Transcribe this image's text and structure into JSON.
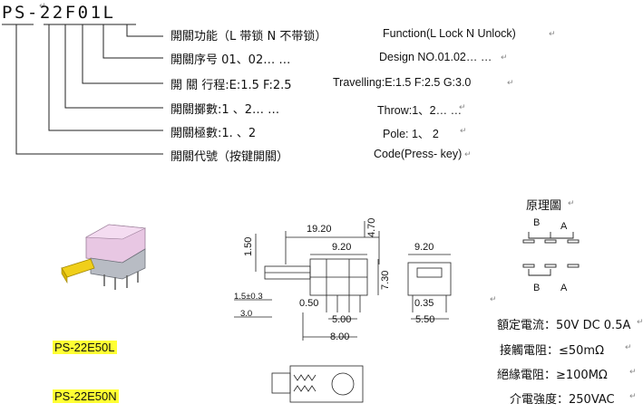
{
  "part_code": "PS-22F01L",
  "code_mark": "↵",
  "legend_rows": [
    {
      "cn": "開關功能（L 带锁 N 不带锁）",
      "en": "Function(L Lock   N   Unlock)",
      "mark": "↵"
    },
    {
      "cn": "開關序号 01、02… …",
      "en": "Design NO.01.02… …",
      "mark": "↵"
    },
    {
      "cn": "開 關 行程:E:1.5  F:2.5",
      "en": "Travelling:E:1.5    F:2.5    G:3.0",
      "mark": "↵"
    },
    {
      "cn": "開關擲數:1 、2… …",
      "en": "Throw:1、2… …",
      "mark": "↵"
    },
    {
      "cn": "開關極數:1. 、2",
      "en": "Pole:  1、 2",
      "mark": "↵"
    },
    {
      "cn": "開關代號（按键開關）",
      "en": "Code(Press- key)",
      "mark": "↵"
    }
  ],
  "dimensions": {
    "top_length": "19.20",
    "top_right": "4.70",
    "left_height": "1.50",
    "mid_width": "9.20",
    "body_height": "7.30",
    "left_note1": "1.5±0.3",
    "left_note2": "3.0",
    "pin_a": "0.50",
    "pin_b": "5.00",
    "pin_c": "8.00",
    "side_width": "9.20",
    "side_pin": "0.35",
    "side_pitch": "5.50"
  },
  "schematic": {
    "title": "原理圖",
    "mark": "↵",
    "label_b": "B",
    "label_a": "A"
  },
  "specs": [
    {
      "text": "額定電流：50V DC 0.5A",
      "mark": "↵"
    },
    {
      "text": "接觸電阻：≤50mΩ",
      "mark": "↵"
    },
    {
      "text": "絕緣電阻：≥100MΩ",
      "mark": "↵"
    },
    {
      "text": "介電強度：250VAC",
      "mark": "↵"
    }
  ],
  "parts": [
    "PS-22E50L",
    "PS-22E50N"
  ],
  "stray_mark": "↵"
}
